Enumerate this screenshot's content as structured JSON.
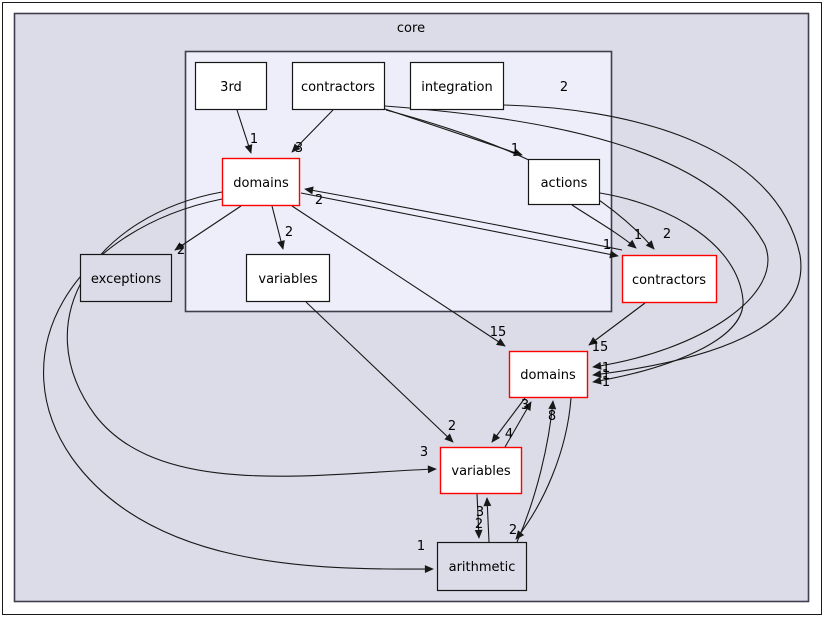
{
  "diagram": {
    "type": "directory-dependency-graph",
    "outer_cluster": {
      "label": "core"
    },
    "inner_cluster": {
      "label": "2"
    },
    "colors": {
      "outer_cluster_fill": "#dcdce8",
      "inner_cluster_fill": "#eeeefa",
      "node_fill": "#ffffff",
      "gray_node_fill": "#dcdce8",
      "highlight_border": "#ff0000",
      "node_border": "#161616",
      "cluster_border": "#3e3e4e",
      "edge_color": "#181818"
    },
    "nodes": {
      "third": {
        "label": "3rd"
      },
      "contractors_inner": {
        "label": "contractors"
      },
      "integration": {
        "label": "integration"
      },
      "actions": {
        "label": "actions"
      },
      "domains_inner": {
        "label": "domains"
      },
      "variables_inner": {
        "label": "variables"
      },
      "exceptions": {
        "label": "exceptions"
      },
      "contractors": {
        "label": "contractors"
      },
      "domains": {
        "label": "domains"
      },
      "variables": {
        "label": "variables"
      },
      "arithmetic": {
        "label": "arithmetic"
      }
    },
    "edges": [
      {
        "from": "3rd",
        "to": "domains (inner)",
        "label": "1"
      },
      {
        "from": "contractors (inner)",
        "to": "domains (inner)",
        "label": "3"
      },
      {
        "from": "contractors (inner)",
        "to": "actions",
        "label": "1"
      },
      {
        "from": "contractors (inner)",
        "to": "contractors",
        "label": "2"
      },
      {
        "from": "contractors (inner)",
        "to": "domains",
        "label": "1"
      },
      {
        "from": "integration",
        "to": "domains",
        "label": "1"
      },
      {
        "from": "actions",
        "to": "contractors",
        "label": "1"
      },
      {
        "from": "actions",
        "to": "domains",
        "label": "1"
      },
      {
        "from": "domains (inner)",
        "to": "exceptions",
        "label": "2"
      },
      {
        "from": "domains (inner)",
        "to": "variables (inner)",
        "label": "2"
      },
      {
        "from": "domains (inner)",
        "to": "domains",
        "label": "15"
      },
      {
        "from": "domains (inner)",
        "to": "contractors",
        "label": "1"
      },
      {
        "from": "contractors",
        "to": "domains (inner)",
        "label": "2"
      },
      {
        "from": "domains (inner)",
        "to": "variables",
        "label": "3"
      },
      {
        "from": "domains (inner)",
        "to": "arithmetic",
        "label": "1"
      },
      {
        "from": "contractors",
        "to": "domains",
        "label": "15"
      },
      {
        "from": "variables (inner)",
        "to": "variables",
        "label": "2"
      },
      {
        "from": "domains",
        "to": "variables",
        "label": "4"
      },
      {
        "from": "variables",
        "to": "domains",
        "label": "3"
      },
      {
        "from": "arithmetic",
        "to": "domains",
        "label": "8"
      },
      {
        "from": "domains",
        "to": "arithmetic",
        "label": "2"
      },
      {
        "from": "variables",
        "to": "arithmetic",
        "label": "2"
      },
      {
        "from": "arithmetic",
        "to": "variables",
        "label": "3"
      }
    ]
  }
}
